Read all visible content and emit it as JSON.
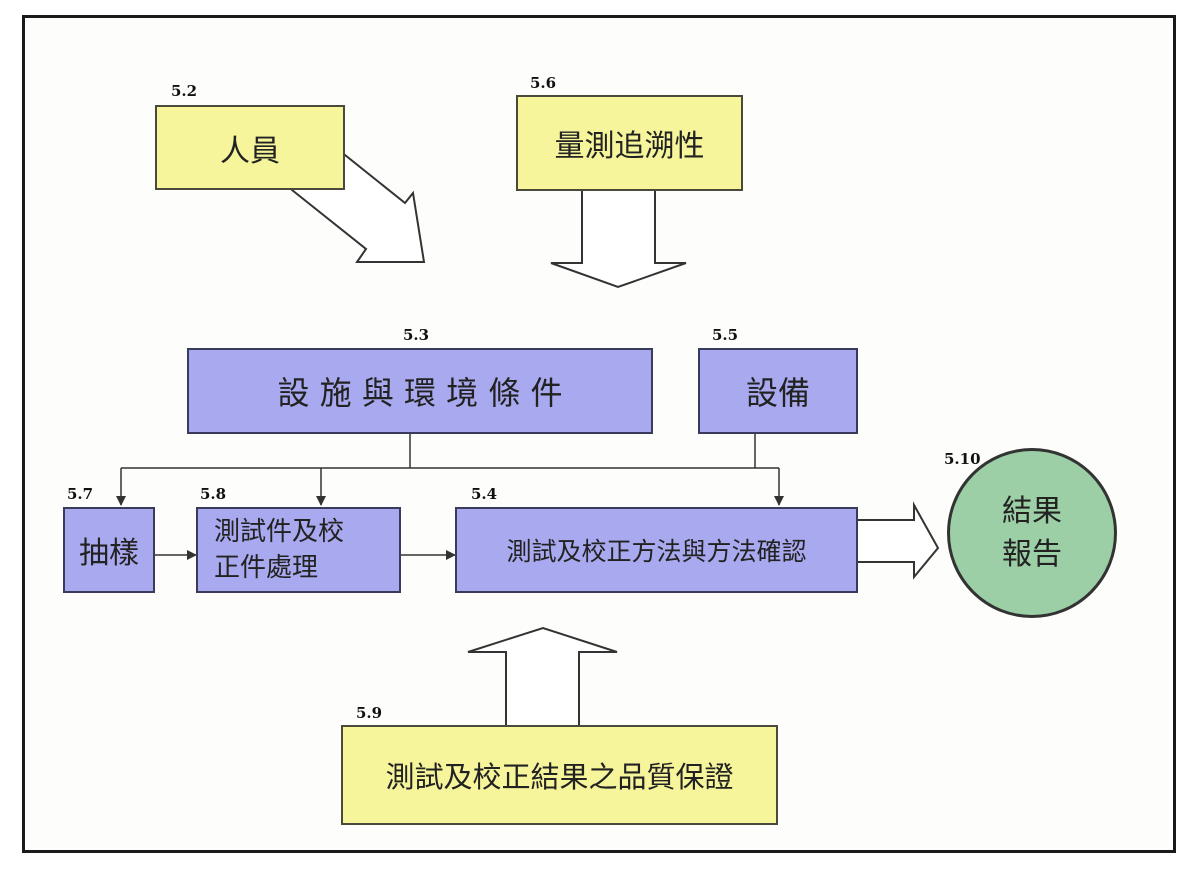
{
  "nodes": {
    "personnel": {
      "num": "5.2",
      "label": "人員"
    },
    "traceability": {
      "num": "5.6",
      "label": "量測追溯性"
    },
    "facilities": {
      "num": "5.3",
      "label": "設 施 與 環 境 條 件"
    },
    "equipment": {
      "num": "5.5",
      "label": "設備"
    },
    "sampling": {
      "num": "5.7",
      "label": "抽樣"
    },
    "handling": {
      "num": "5.8",
      "label_line1": "測試件及校",
      "label_line2": "正件處理"
    },
    "methods": {
      "num": "5.4",
      "label": "測試及校正方法與方法確認"
    },
    "report": {
      "num": "5.10",
      "label_line1": "結果",
      "label_line2": "報告"
    },
    "qa": {
      "num": "5.9",
      "label": "測試及校正結果之品質保證"
    }
  },
  "colors": {
    "yellow": "#f6f59c",
    "blue": "#a8a9ee",
    "green": "#9ccfa6",
    "line": "#333333"
  }
}
